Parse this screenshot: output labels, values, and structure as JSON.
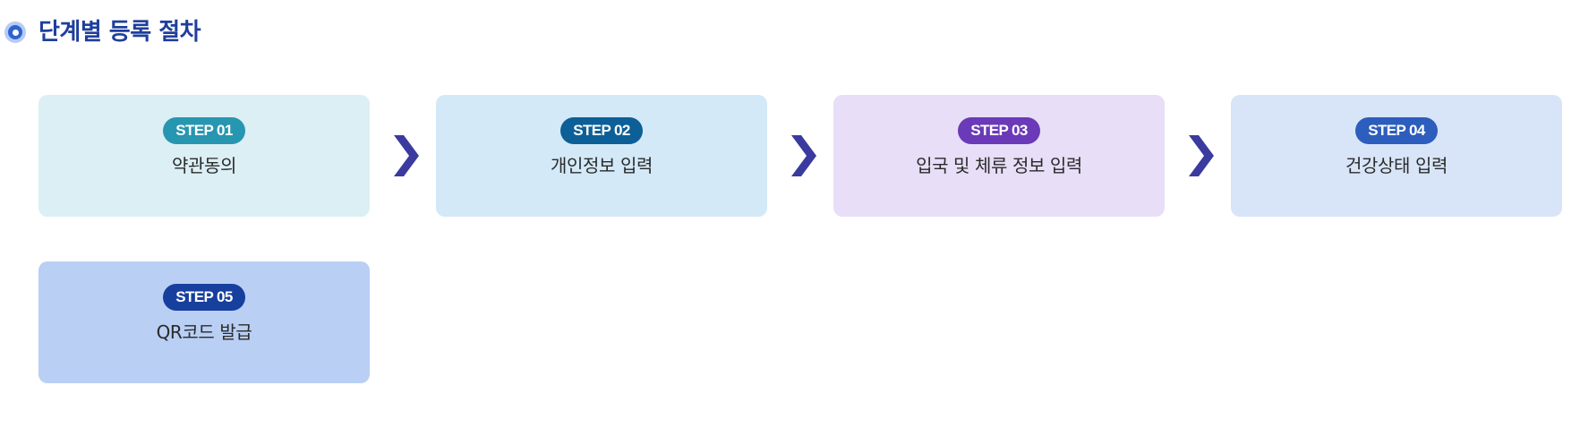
{
  "header": {
    "title": "단계별 등록 절차",
    "icon": "radio-bullet-icon"
  },
  "steps": [
    {
      "badge": "STEP 01",
      "label": "약관동의",
      "card_color": "#dbeff4",
      "badge_color": "#2796b0"
    },
    {
      "badge": "STEP 02",
      "label": "개인정보 입력",
      "card_color": "#d3e9f7",
      "badge_color": "#0d5f97"
    },
    {
      "badge": "STEP 03",
      "label": "입국 및 체류 정보 입력",
      "card_color": "#e8def8",
      "badge_color": "#6a3ab8"
    },
    {
      "badge": "STEP 04",
      "label": "건강상태 입력",
      "card_color": "#d8e5f8",
      "badge_color": "#2d5dbd"
    },
    {
      "badge": "STEP 05",
      "label": "QR코드 발급",
      "card_color": "#b9cff4",
      "badge_color": "#173f9e"
    }
  ],
  "arrow": {
    "icon": "chevron-right-icon",
    "color": "#3b3a9e"
  }
}
